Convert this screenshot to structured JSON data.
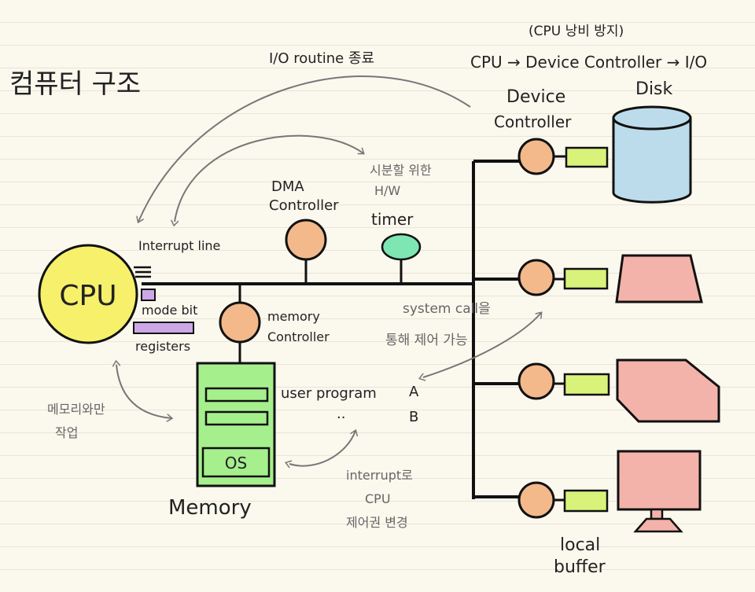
{
  "title": "컴퓨터 구조",
  "labels": {
    "cpu": "CPU",
    "interrupt_line": "Interrupt line",
    "mode_bit": "mode bit",
    "registers": "registers",
    "dma_line1": "DMA",
    "dma_line2": "Controller",
    "timer": "timer",
    "timer_note_line1": "시분할 위한",
    "timer_note_line2": "H/W",
    "memory_ctrl_line1": "memory",
    "memory_ctrl_line2": "Controller",
    "memory": "Memory",
    "os": "OS",
    "user_program": "user program",
    "prog_a": "A",
    "prog_b": "B",
    "prog_more": "..",
    "device_ctrl_line1": "Device",
    "device_ctrl_line2": "Controller",
    "disk": "Disk",
    "local_buffer_line1": "local",
    "local_buffer_line2": "buffer",
    "io_routine": "I/O routine 종료",
    "cpu_waste_note": "(CPU 낭비 방지)",
    "cpu_device_flow": "CPU → Device Controller → I/O",
    "syscall_line1": "system call을",
    "syscall_line2": "통해 제어 가능",
    "interrupt_note_line1": "interrupt로",
    "interrupt_note_line2": "CPU",
    "interrupt_note_line3": "제어권 변경",
    "memory_only_line1": "메모리와만",
    "memory_only_line2": "작업"
  },
  "colors": {
    "cpu": "#f7f06a",
    "controller": "#f3b98b",
    "timer": "#7de6b3",
    "memory": "#a6ef8d",
    "disk": "#bcdcec",
    "device": "#f4b3aa",
    "buffer": "#d9f27a",
    "register_bar": "#cda7e6"
  }
}
